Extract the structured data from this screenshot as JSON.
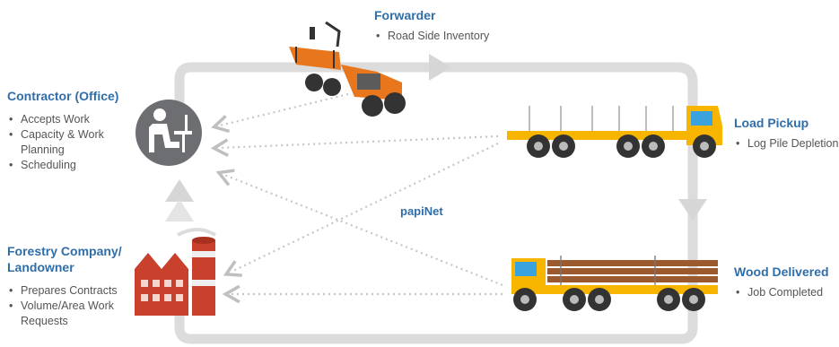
{
  "colors": {
    "loop": "#d9d9d9",
    "heading": "#2f6ea8",
    "bullet_text": "#555555",
    "orange": "#e8761c",
    "truck_yellow": "#f7b500",
    "factory_red": "#c9402c",
    "office_gray": "#6d6e71"
  },
  "center_label": "papiNet",
  "forwarder": {
    "title": "Forwarder",
    "items": [
      "Road Side Inventory"
    ],
    "icon": "forwarder-machine"
  },
  "contractor": {
    "title": "Contractor (Office)",
    "items": [
      "Accepts Work",
      "Capacity & Work Planning",
      "Scheduling"
    ],
    "icon": "office-worker"
  },
  "load_pickup": {
    "title": "Load Pickup",
    "items": [
      "Log Pile Depletion"
    ],
    "icon": "empty-log-truck"
  },
  "forestry": {
    "title_line1": "Forestry Company/",
    "title_line2": "Landowner",
    "items": [
      "Prepares Contracts",
      "Volume/Area Work Requests"
    ],
    "icon": "factory"
  },
  "wood_delivered": {
    "title": "Wood Delivered",
    "items": [
      "Job Completed"
    ],
    "icon": "loaded-log-truck"
  }
}
